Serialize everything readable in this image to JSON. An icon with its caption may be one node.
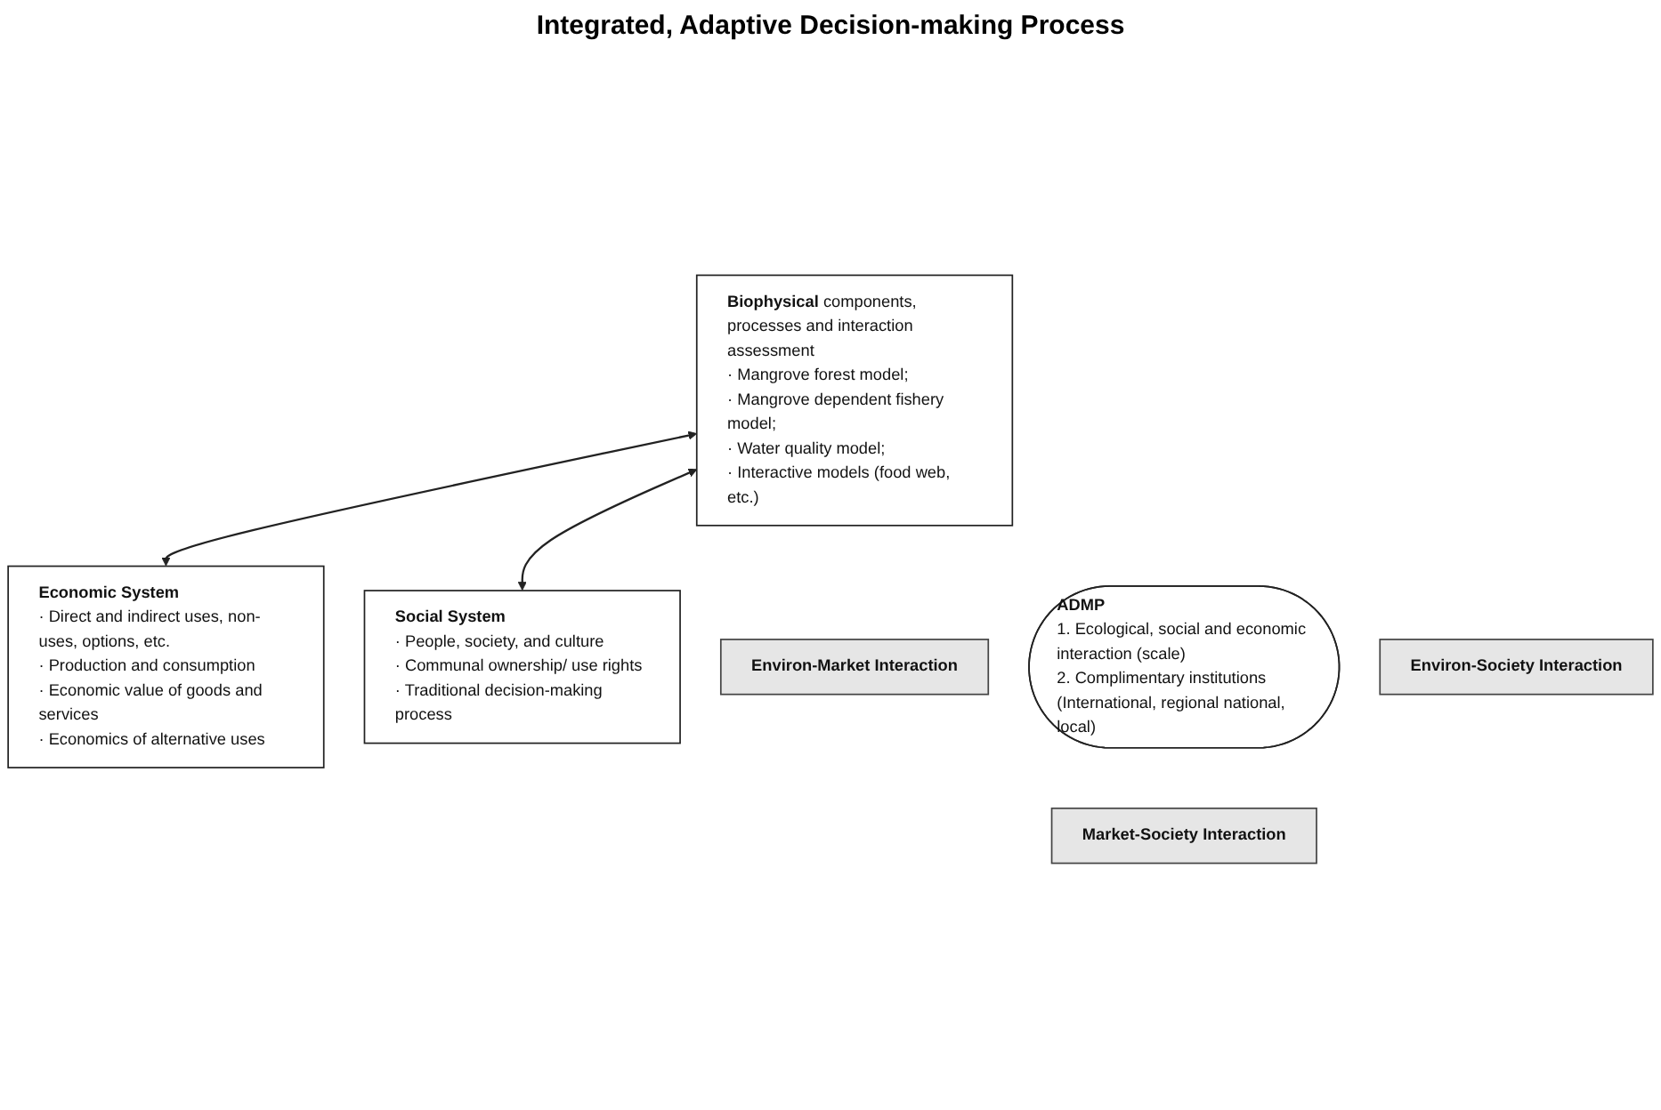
{
  "diagram": {
    "title": "Integrated, Adaptive Decision-making Process",
    "nodes": [
      {
        "text": [
          "**Biophysical** components, processes and interaction assessment",
          "· Mangrove forest model;",
          "· Mangrove dependent fishery model;",
          "· Water quality model;",
          "· Interactive models (food web, etc.)"
        ]
      },
      {
        "text": [
          "Environ-Market Interaction"
        ]
      },
      {
        "text": [
          "ADMP",
          "1. Ecological, social and economic interaction (scale)",
          "2. Complimentary institutions (International, regional national, local)"
        ]
      },
      {
        "text": [
          "Environ-Society Interaction"
        ]
      },
      {
        "text": [
          "Economic System",
          "· Direct and indirect uses, non-uses, options, etc.",
          "· Production and consumption",
          "· Economic value of goods and services",
          "· Economics of alternative uses"
        ]
      },
      {
        "text": [
          "Social System",
          "· People, society, and culture",
          "· Communal ownership/ use rights",
          "· Traditional decision-making process"
        ]
      },
      {
        "text": [
          "Market-Society Interaction"
        ]
      }
    ],
    "edges": [
      {
        "from": 4,
        "to": 0,
        "arrow": "both"
      },
      {
        "from": 5,
        "to": 0,
        "arrow": "both"
      }
    ]
  }
}
